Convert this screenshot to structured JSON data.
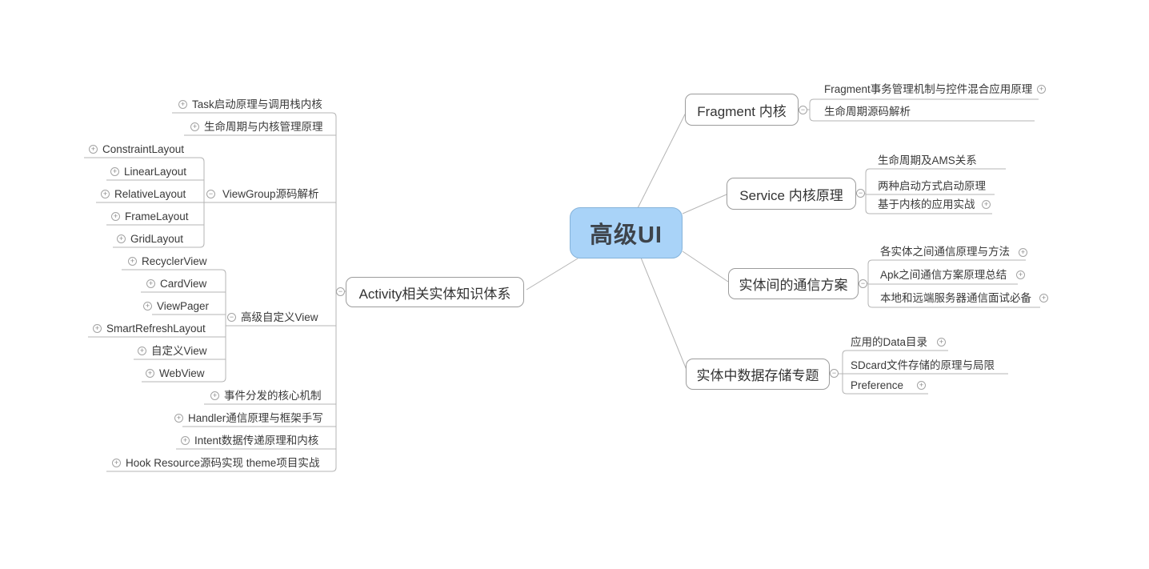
{
  "root": {
    "label": "高级UI"
  },
  "icons": {
    "expand": "+",
    "collapse": "−"
  },
  "colors": {
    "root_fill": "#a9d3f8",
    "root_border": "#85b3da",
    "line": "#b4b4b4",
    "box_border": "#9c9c9c",
    "text": "#3a3a3a"
  },
  "left_branch": {
    "topic": "Activity相关实体知识体系",
    "children": [
      {
        "label": "Task启动原理与调用栈内核"
      },
      {
        "label": "生命周期与内核管理原理"
      },
      {
        "label": "ViewGroup源码解析",
        "children": [
          {
            "label": "ConstraintLayout"
          },
          {
            "label": "LinearLayout"
          },
          {
            "label": "RelativeLayout"
          },
          {
            "label": "FrameLayout"
          },
          {
            "label": "GridLayout"
          }
        ]
      },
      {
        "label": "高级自定义View",
        "children": [
          {
            "label": "RecyclerView"
          },
          {
            "label": "CardView"
          },
          {
            "label": "ViewPager"
          },
          {
            "label": "SmartRefreshLayout"
          },
          {
            "label": "自定义View"
          },
          {
            "label": "WebView"
          }
        ]
      },
      {
        "label": "事件分发的核心机制"
      },
      {
        "label": "Handler通信原理与框架手写"
      },
      {
        "label": "Intent数据传递原理和内核"
      },
      {
        "label": "Hook Resource源码实现 theme项目实战"
      }
    ]
  },
  "right_branches": [
    {
      "topic": "Fragment 内核",
      "children": [
        {
          "label": "Fragment事务管理机制与控件混合应用原理"
        },
        {
          "label": "生命周期源码解析"
        }
      ]
    },
    {
      "topic": "Service 内核原理",
      "children": [
        {
          "label": "生命周期及AMS关系"
        },
        {
          "label": "两种启动方式启动原理"
        },
        {
          "label": "基于内核的应用实战"
        }
      ]
    },
    {
      "topic": "实体间的通信方案",
      "children": [
        {
          "label": "各实体之间通信原理与方法"
        },
        {
          "label": "Apk之间通信方案原理总结"
        },
        {
          "label": "本地和远端服务器通信面试必备"
        }
      ]
    },
    {
      "topic": "实体中数据存储专题",
      "children": [
        {
          "label": "应用的Data目录"
        },
        {
          "label": "SDcard文件存储的原理与局限"
        },
        {
          "label": "Preference"
        }
      ]
    }
  ]
}
